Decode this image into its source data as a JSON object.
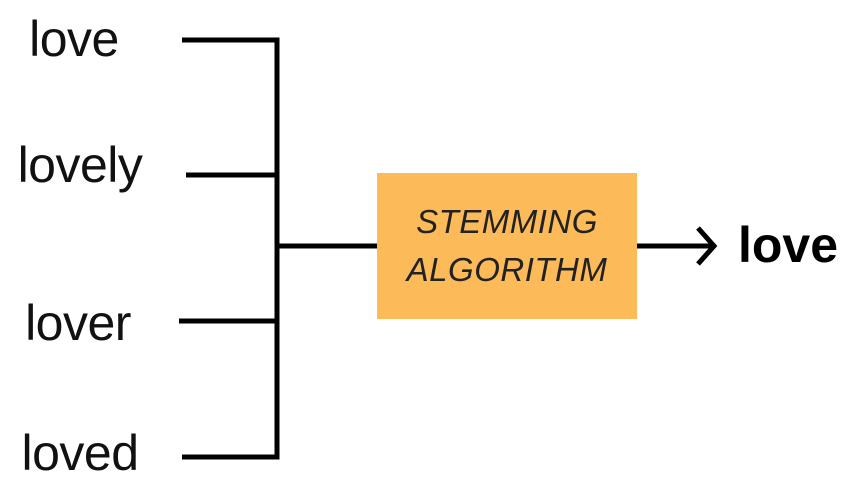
{
  "inputs": [
    "love",
    "lovely",
    "lover",
    "loved"
  ],
  "algorithm": {
    "line1": "STEMMING",
    "line2": "ALGORITHM",
    "color": "#FDBA59"
  },
  "output": "love"
}
